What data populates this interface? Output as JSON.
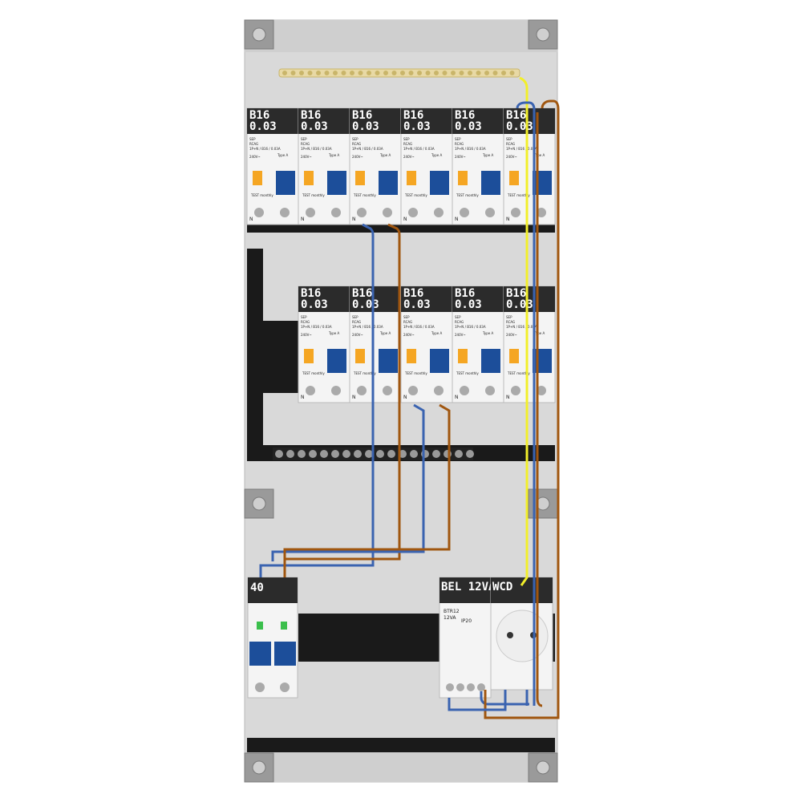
{
  "colors": {
    "enclosure": "#d9d9d9",
    "rail": "#1a1a1a",
    "label_bg": "#2b2b2b",
    "handle_blue": "#1c4e9a",
    "test_button": "#f5a623",
    "wire_blue": "#3a63b0",
    "wire_brown": "#a0560f",
    "wire_yellow": "#f2ef2a"
  },
  "rcbo_row1": [
    {
      "rating": "B16",
      "sensitivity": "0.03"
    },
    {
      "rating": "B16",
      "sensitivity": "0.03"
    },
    {
      "rating": "B16",
      "sensitivity": "0.03"
    },
    {
      "rating": "B16",
      "sensitivity": "0.03"
    },
    {
      "rating": "B16",
      "sensitivity": "0.03"
    },
    {
      "rating": "B16",
      "sensitivity": "0.03"
    }
  ],
  "rcbo_row2": [
    {
      "rating": "B16",
      "sensitivity": "0.03"
    },
    {
      "rating": "B16",
      "sensitivity": "0.03"
    },
    {
      "rating": "B16",
      "sensitivity": "0.03"
    },
    {
      "rating": "B16",
      "sensitivity": "0.03"
    },
    {
      "rating": "B16",
      "sensitivity": "0.03"
    }
  ],
  "rcbo_text": {
    "brand": "SEP",
    "model": "RCAG",
    "spec": "1P+N / B16 / 0.03A",
    "voltage": "240V~",
    "type": "Type A",
    "test": "TEST monthly",
    "neutral": "N"
  },
  "main_switch": {
    "label": "40"
  },
  "bell_transformer": {
    "label": "BEL 12VA",
    "model": "BTR12",
    "voltage": "12VA",
    "rating": "IP20"
  },
  "socket": {
    "label": "WCD"
  }
}
